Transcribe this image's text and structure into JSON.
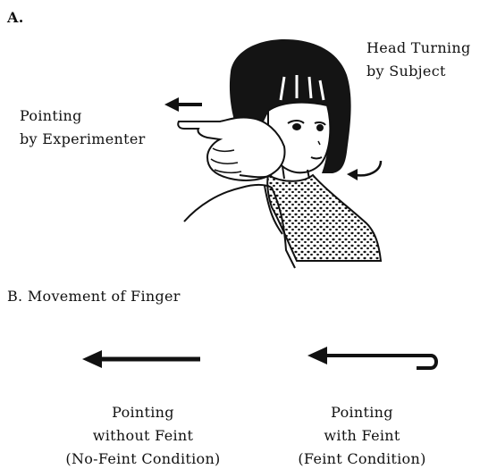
{
  "panel_a": {
    "label": "A.",
    "head_turning_line1": "Head Turning",
    "head_turning_line2": "by Subject",
    "pointing_line1": "Pointing",
    "pointing_line2": "by Experimenter"
  },
  "panel_b": {
    "label": "B.  Movement of Finger",
    "no_feint": {
      "line1": "Pointing",
      "line2": "without Feint",
      "line3": "(No-Feint Condition)"
    },
    "feint": {
      "line1": "Pointing",
      "line2": "with Feint",
      "line3": "(Feint Condition)"
    }
  }
}
